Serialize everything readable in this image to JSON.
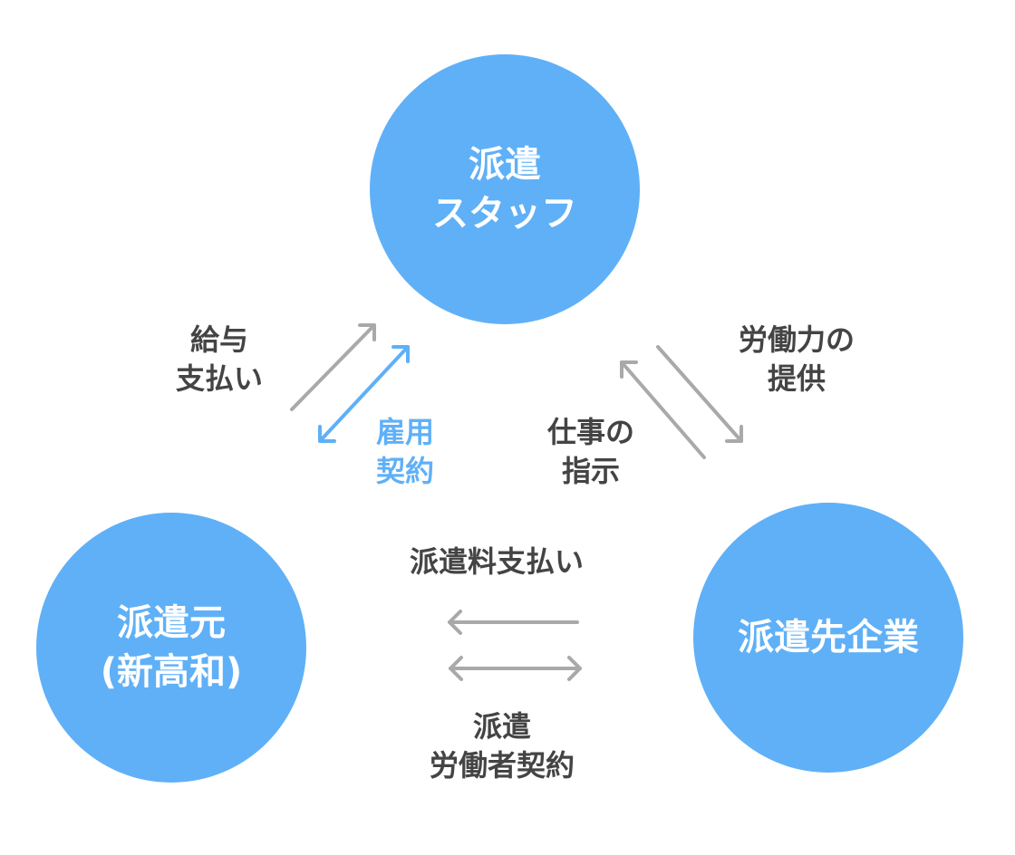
{
  "nodes": {
    "staff": {
      "line1": "派遣",
      "line2": "スタッフ"
    },
    "moto": {
      "line1": "派遣元",
      "line2": "(新高和)"
    },
    "saki": {
      "line1": "派遣先企業"
    }
  },
  "labels": {
    "salary": {
      "line1": "給与",
      "line2": "支払い"
    },
    "employment": {
      "line1": "雇用",
      "line2": "契約"
    },
    "instruction": {
      "line1": "仕事の",
      "line2": "指示"
    },
    "labor": {
      "line1": "労働力の",
      "line2": "提供"
    },
    "fee": {
      "line1": "派遣料支払い"
    },
    "contract": {
      "line1": "派遣",
      "line2": "労働者契約"
    }
  },
  "colors": {
    "node_fill": "#5fb0f7",
    "label_text": "#444444",
    "accent_text": "#5fb0f7",
    "arrow_gray": "#a9a9a9",
    "arrow_blue": "#5fb0f7"
  }
}
